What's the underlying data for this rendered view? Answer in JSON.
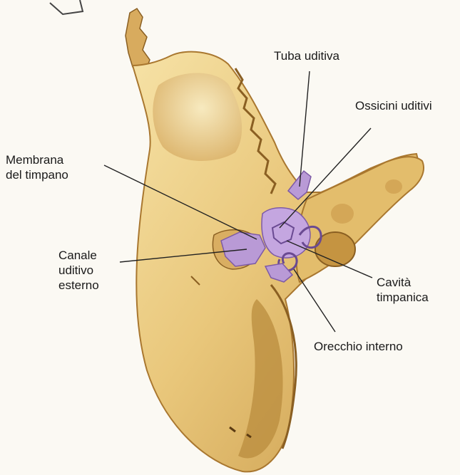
{
  "labels": {
    "tuba_uditiva": "Tuba uditiva",
    "ossicini_uditivi": "Ossicini uditivi",
    "membrana_timpano": [
      "Membrana",
      "del timpano"
    ],
    "canale_uditivo": [
      "Canale",
      "uditivo",
      "esterno"
    ],
    "cavita_timpanica": [
      "Cavità",
      "timpanica"
    ],
    "orecchio_interno": "Orecchio interno"
  },
  "colors": {
    "bone": "#e8c77a",
    "bone_highlight": "#f7e7b4",
    "bone_shadow": "#b98c3d",
    "bone_dark": "#8a5f22",
    "ear_structure": "#b99ad6",
    "ear_structure_dark": "#7d5aa6",
    "leader_line": "#222222",
    "background": "#fbf9f3"
  }
}
